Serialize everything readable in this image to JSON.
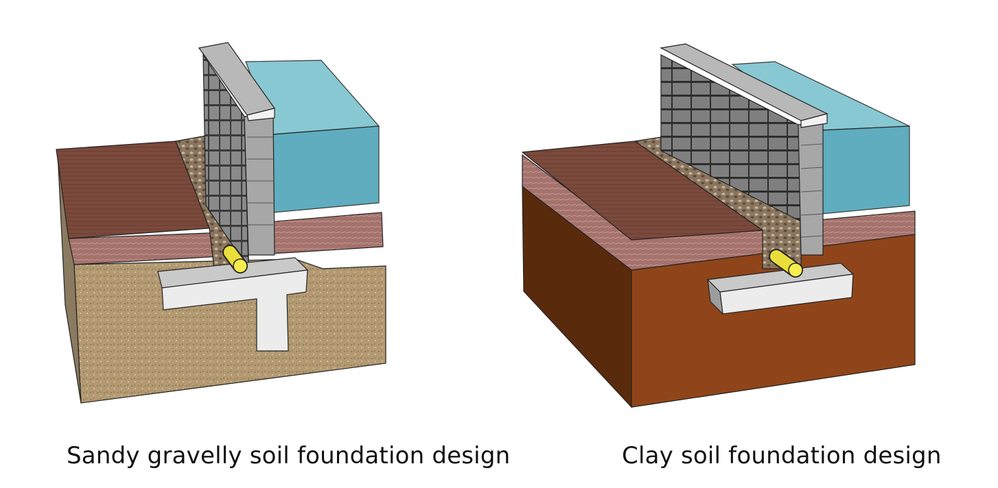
{
  "panels": [
    {
      "caption": "Sandy gravelly soil foundation design",
      "soil": "sandy gravelly soil",
      "footing": "T-shaped footing with deep stem"
    },
    {
      "caption": "Clay soil foundation design",
      "soil": "clay soil",
      "footing": "shallow spread footing"
    }
  ],
  "colors": {
    "sand": "#b39a72",
    "clay": "#8f4519",
    "clay_side": "#5a2a0c",
    "topsoil": "#a4726c",
    "deck": "#7a4a3c",
    "gravel": "#8a7660",
    "block": "#9a9a9a",
    "concrete": "#e8e8e8",
    "water": "#67b5c4",
    "drain_pipe": "#f2e437"
  }
}
